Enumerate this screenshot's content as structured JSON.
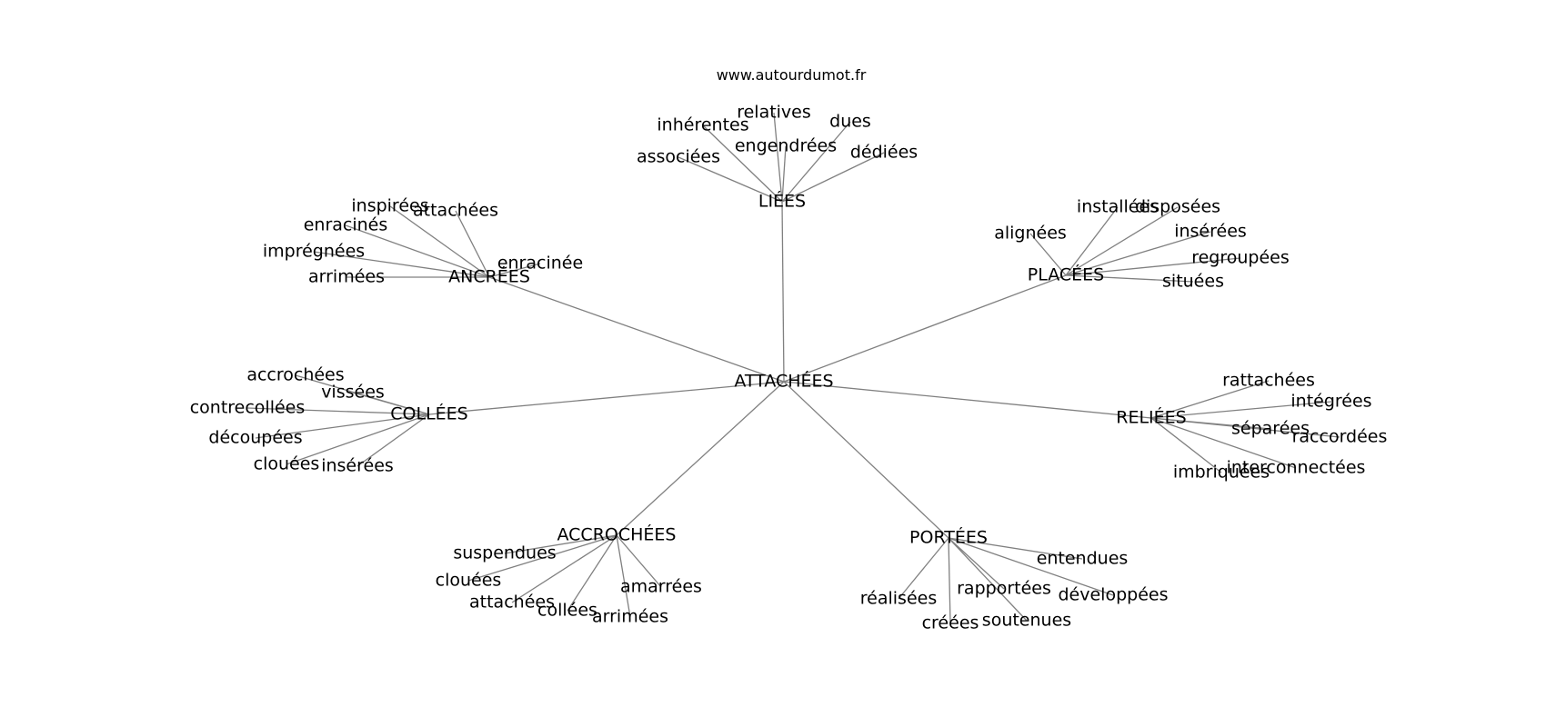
{
  "header": {
    "site": "www.autourdumot.fr"
  },
  "graph": {
    "center": "ATTACHÉES",
    "clusters": [
      {
        "hub": "LIÉES",
        "leaves": [
          "relatives",
          "inhérentes",
          "dues",
          "engendrées",
          "associées",
          "dédiées"
        ]
      },
      {
        "hub": "ANCRÉES",
        "leaves": [
          "inspirées",
          "attachées",
          "enracinés",
          "imprégnées",
          "enracinée",
          "arrimées"
        ]
      },
      {
        "hub": "PLACÉES",
        "leaves": [
          "installées",
          "disposées",
          "alignées",
          "insérées",
          "regroupées",
          "situées"
        ]
      },
      {
        "hub": "COLLÉES",
        "leaves": [
          "accrochées",
          "vissées",
          "contrecollées",
          "découpées",
          "clouées",
          "insérées"
        ]
      },
      {
        "hub": "RELIÉES",
        "leaves": [
          "rattachées",
          "intégrées",
          "séparées",
          "raccordées",
          "interconnectées",
          "imbriquées"
        ]
      },
      {
        "hub": "ACCROCHÉES",
        "leaves": [
          "suspendues",
          "clouées",
          "attachées",
          "collées",
          "arrimées",
          "amarrées"
        ]
      },
      {
        "hub": "PORTÉES",
        "leaves": [
          "entendues",
          "rapportées",
          "développées",
          "réalisées",
          "soutenues",
          "créées"
        ]
      }
    ]
  }
}
